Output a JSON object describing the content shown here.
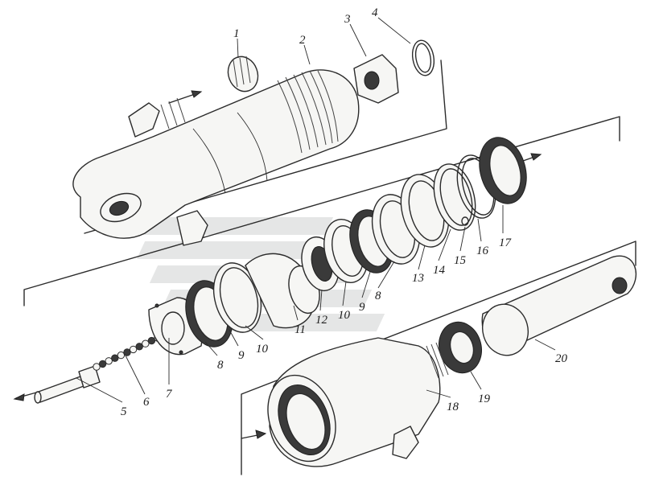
{
  "callouts": [
    {
      "id": "1",
      "text": "1"
    },
    {
      "id": "2",
      "text": "2"
    },
    {
      "id": "3",
      "text": "3"
    },
    {
      "id": "4",
      "text": "4"
    },
    {
      "id": "5",
      "text": "5"
    },
    {
      "id": "6",
      "text": "6"
    },
    {
      "id": "7",
      "text": "7"
    },
    {
      "id": "8a",
      "text": "8"
    },
    {
      "id": "9a",
      "text": "9"
    },
    {
      "id": "10a",
      "text": "10"
    },
    {
      "id": "11",
      "text": "11"
    },
    {
      "id": "12",
      "text": "12"
    },
    {
      "id": "10b",
      "text": "10"
    },
    {
      "id": "9b",
      "text": "9"
    },
    {
      "id": "8b",
      "text": "8"
    },
    {
      "id": "13",
      "text": "13"
    },
    {
      "id": "14",
      "text": "14"
    },
    {
      "id": "15",
      "text": "15"
    },
    {
      "id": "16",
      "text": "16"
    },
    {
      "id": "17",
      "text": "17"
    },
    {
      "id": "18",
      "text": "18"
    },
    {
      "id": "19",
      "text": "19"
    },
    {
      "id": "20",
      "text": "20"
    }
  ],
  "colors": {
    "ink": "#2b2b2b",
    "paper": "#ffffff",
    "watermark": "#cfd2d2"
  }
}
